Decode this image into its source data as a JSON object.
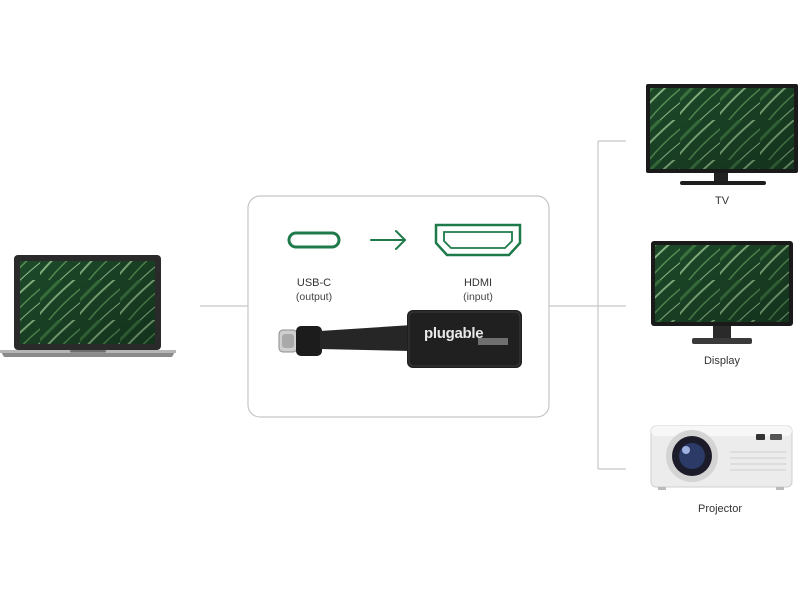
{
  "labels": {
    "usbc_title": "USB-C",
    "usbc_sub": "(output)",
    "hdmi_title": "HDMI",
    "hdmi_sub": "(input)",
    "brand": "plugable",
    "tv": "TV",
    "display": "Display",
    "projector": "Projector"
  },
  "colors": {
    "accent_green": "#1f7a4a",
    "leaf_dark": "#1e4d2b",
    "leaf_mid": "#3f7f45",
    "leaf_light": "#8fc08a",
    "device_dark": "#222222",
    "line_gray": "#c8c8c8"
  },
  "icons": {
    "laptop": "laptop-icon",
    "usbc_port": "usb-c-port-icon",
    "arrow": "arrow-right-icon",
    "hdmi_port": "hdmi-port-icon",
    "adapter": "usb-c-to-hdmi-adapter",
    "tv": "tv-icon",
    "display": "monitor-icon",
    "projector": "projector-icon"
  }
}
